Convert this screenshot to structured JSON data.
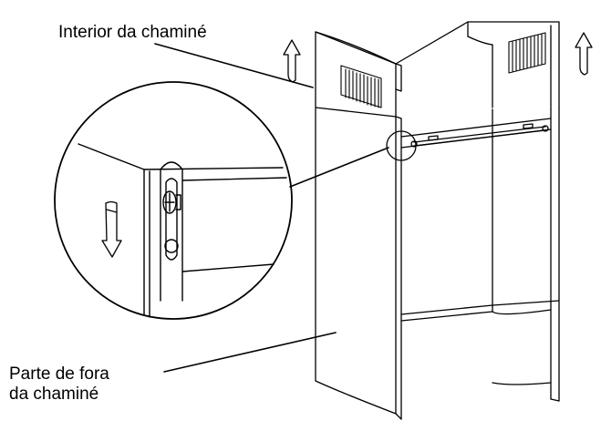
{
  "labels": {
    "inner_chimney": "Interior da chaminé",
    "outer_chimney_line1": "Parte de fora",
    "outer_chimney_line2": "da chaminé"
  },
  "icons": {
    "up_arrows": "arrow-up-icon",
    "down_arrow": "arrow-down-icon",
    "screw": "screw-icon"
  },
  "colors": {
    "stroke": "#000000",
    "background": "#ffffff"
  }
}
